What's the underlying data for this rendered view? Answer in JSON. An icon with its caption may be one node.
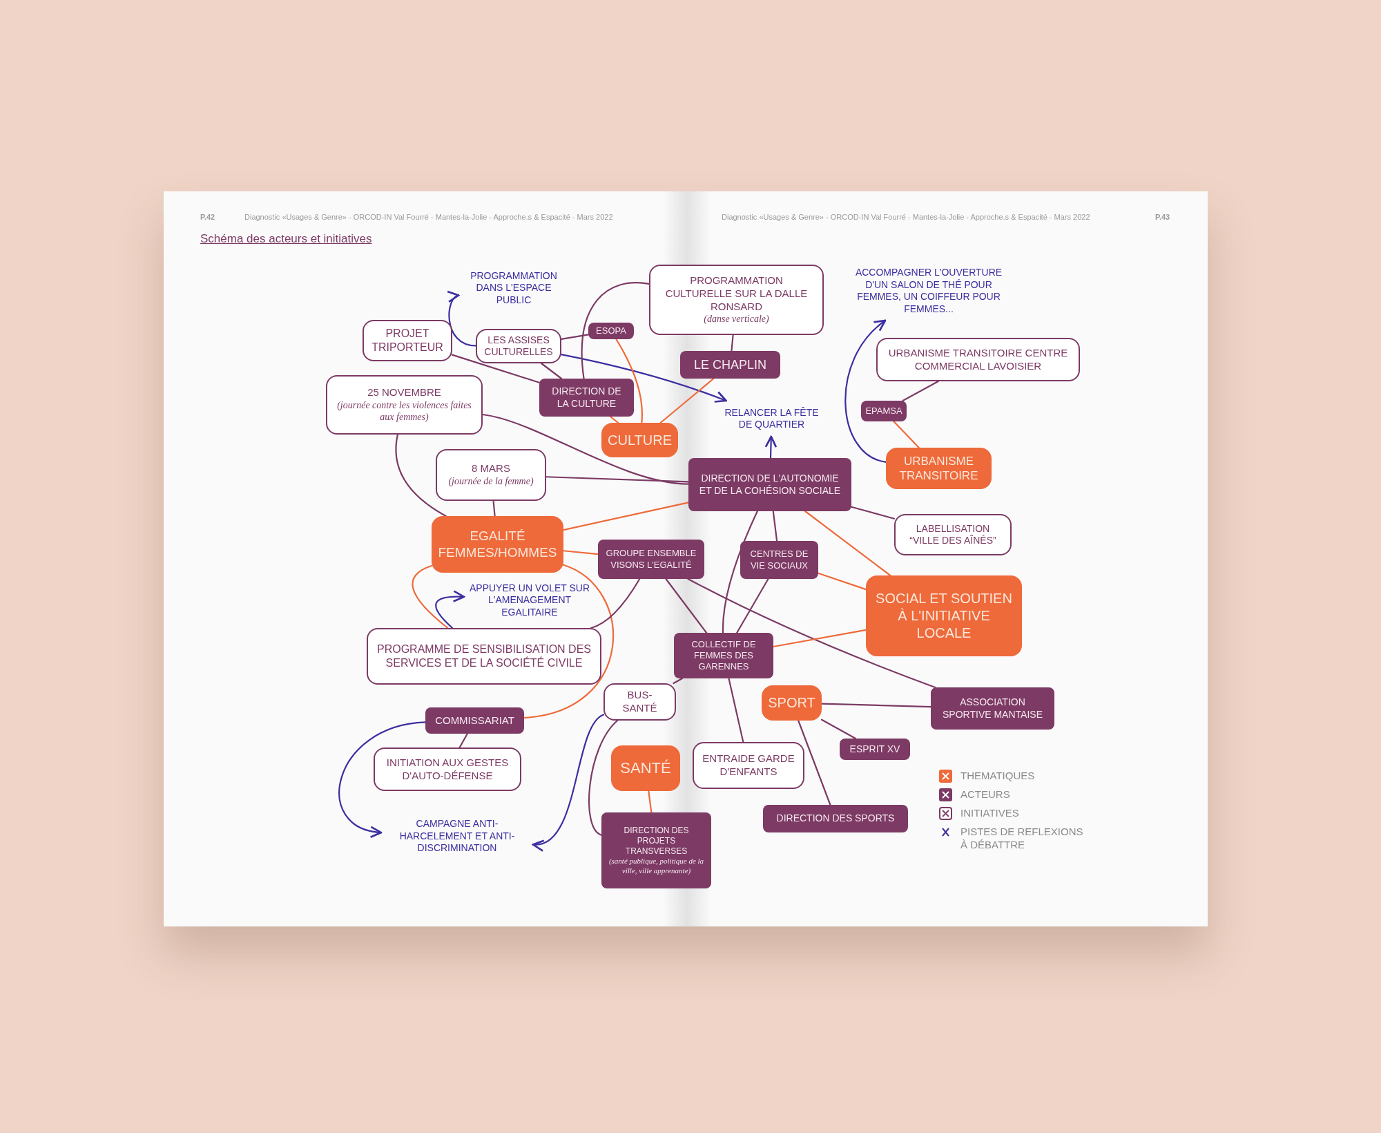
{
  "diagram": {
    "title": "Schéma des acteurs et initiatives",
    "nodes": [
      {
        "text": [
          "PROGRAMMATION DANS L'ESPACE PUBLIC"
        ]
      },
      {
        "text": [
          "PROGRAMMATION CULTURELLE SUR LA DALLE RONSARD",
          "(danse verticale)"
        ]
      },
      {
        "text": [
          "PROJET TRIPORTEUR"
        ]
      },
      {
        "text": [
          "LES ASSISES CULTURELLES"
        ]
      },
      {
        "text": [
          "ESOPA"
        ]
      },
      {
        "text": [
          "LE CHAPLIN"
        ]
      },
      {
        "text": [
          "ACCOMPAGNER L'OUVERTURE D'UN SALON DE THÉ POUR FEMMES, UN COIFFEUR POUR FEMMES..."
        ]
      },
      {
        "text": [
          "URBANISME TRANSITOIRE CENTRE COMMERCIAL LAVOISIER"
        ]
      },
      {
        "text": [
          "25 NOVEMBRE",
          "(journée contre les violences faites aux femmes)"
        ]
      },
      {
        "text": [
          "DIRECTION DE LA CULTURE"
        ]
      },
      {
        "text": [
          "RELANCER LA FÊTE DE QUARTIER"
        ]
      },
      {
        "text": [
          "EPAMSA"
        ]
      },
      {
        "text": [
          "CULTURE"
        ]
      },
      {
        "text": [
          "URBANISME TRANSITOIRE"
        ]
      },
      {
        "text": [
          "8 MARS",
          "(journée de la femme)"
        ]
      },
      {
        "text": [
          "DIRECTION DE L'AUTONOMIE ET DE LA COHÉSION SOCIALE"
        ]
      },
      {
        "text": [
          "LABELLISATION “VILLE DES AÎNÉS”"
        ]
      },
      {
        "text": [
          "EGALITÉ FEMMES/HOMMES"
        ]
      },
      {
        "text": [
          "GROUPE ENSEMBLE VISONS L'EGALITÉ"
        ]
      },
      {
        "text": [
          "CENTRES DE VIE SOCIAUX"
        ]
      },
      {
        "text": [
          "SOCIAL ET SOUTIEN À L'INITIATIVE LOCALE"
        ]
      },
      {
        "text": [
          "APPUYER UN VOLET SUR L'AMENAGEMENT EGALITAIRE"
        ]
      },
      {
        "text": [
          "PROGRAMME DE SENSIBILISATION DES SERVICES ET DE LA SOCIÉTÉ CIVILE"
        ]
      },
      {
        "text": [
          "COLLECTIF DE FEMMES DES GARENNES"
        ]
      },
      {
        "text": [
          "BUS-SANTÉ"
        ]
      },
      {
        "text": [
          "SPORT"
        ]
      },
      {
        "text": [
          "ASSOCIATION SPORTIVE MANTAISE"
        ]
      },
      {
        "text": [
          "COMMISSARIAT"
        ]
      },
      {
        "text": [
          "ESPRIT XV"
        ]
      },
      {
        "text": [
          "SANTÉ"
        ]
      },
      {
        "text": [
          "INITIATION AUX GESTES D'AUTO-DÉFENSE"
        ]
      },
      {
        "text": [
          "ENTRAIDE GARDE D'ENFANTS"
        ]
      },
      {
        "text": [
          "DIRECTION DES SPORTS"
        ]
      },
      {
        "text": [
          "CAMPAGNE ANTI-HARCELEMENT ET ANTI-DISCRIMINATION"
        ]
      },
      {
        "text": [
          "DIRECTION DES PROJETS TRANSVERSES",
          "(santé publique, politique de la ville, ville apprenante)"
        ]
      }
    ],
    "edges": [
      {
        "from": 3,
        "to": 0,
        "arrow": "to",
        "color": "#3b2fa0"
      },
      {
        "from": 3,
        "to": 10,
        "arrow": "to",
        "color": "#3b2fa0"
      },
      {
        "from": 15,
        "to": 10,
        "arrow": "to",
        "color": "#3b2fa0"
      },
      {
        "from": 13,
        "to": 6,
        "arrow": "to",
        "color": "#3b2fa0"
      },
      {
        "from": 22,
        "to": 21,
        "arrow": "to",
        "color": "#3b2fa0"
      },
      {
        "from": 27,
        "to": 33,
        "arrow": "to",
        "color": "#3b2fa0"
      },
      {
        "from": 24,
        "to": 33,
        "arrow": "to",
        "color": "#3b2fa0"
      },
      {
        "from": 2,
        "to": 9,
        "arrow": "none"
      },
      {
        "from": 3,
        "to": 9,
        "arrow": "none"
      },
      {
        "from": 9,
        "to": 1,
        "arrow": "none"
      },
      {
        "from": 3,
        "to": 4,
        "arrow": "none"
      },
      {
        "from": 4,
        "to": 12,
        "arrow": "none",
        "color": "#ee6a3a"
      },
      {
        "from": 9,
        "to": 12,
        "arrow": "none",
        "color": "#ee6a3a"
      },
      {
        "from": 5,
        "to": 12,
        "arrow": "none",
        "color": "#ee6a3a"
      },
      {
        "from": 1,
        "to": 5,
        "arrow": "none"
      },
      {
        "from": 8,
        "to": 15,
        "arrow": "none"
      },
      {
        "from": 8,
        "to": 17,
        "arrow": "none"
      },
      {
        "from": 14,
        "to": 17,
        "arrow": "none"
      },
      {
        "from": 14,
        "to": 15,
        "arrow": "none"
      },
      {
        "from": 17,
        "to": 15,
        "arrow": "none",
        "color": "#ee6a3a"
      },
      {
        "from": 17,
        "to": 18,
        "arrow": "none",
        "color": "#ee6a3a"
      },
      {
        "from": 17,
        "to": 22,
        "arrow": "none",
        "color": "#ee6a3a"
      },
      {
        "from": 17,
        "to": 27,
        "arrow": "none",
        "color": "#ee6a3a"
      },
      {
        "from": 18,
        "to": 22,
        "arrow": "none"
      },
      {
        "from": 18,
        "to": 23,
        "arrow": "none"
      },
      {
        "from": 18,
        "to": 26,
        "arrow": "none"
      },
      {
        "from": 15,
        "to": 19,
        "arrow": "none"
      },
      {
        "from": 15,
        "to": 20,
        "arrow": "none",
        "color": "#ee6a3a"
      },
      {
        "from": 15,
        "to": 16,
        "arrow": "none"
      },
      {
        "from": 15,
        "to": 23,
        "arrow": "none"
      },
      {
        "from": 19,
        "to": 20,
        "arrow": "none",
        "color": "#ee6a3a"
      },
      {
        "from": 19,
        "to": 23,
        "arrow": "none"
      },
      {
        "from": 23,
        "to": 20,
        "arrow": "none",
        "color": "#ee6a3a"
      },
      {
        "from": 11,
        "to": 7,
        "arrow": "none"
      },
      {
        "from": 11,
        "to": 13,
        "arrow": "none",
        "color": "#ee6a3a"
      },
      {
        "from": 23,
        "to": 24,
        "arrow": "none"
      },
      {
        "from": 23,
        "to": 31,
        "arrow": "none"
      },
      {
        "from": 25,
        "to": 26,
        "arrow": "none"
      },
      {
        "from": 25,
        "to": 28,
        "arrow": "none"
      },
      {
        "from": 25,
        "to": 32,
        "arrow": "none"
      },
      {
        "from": 27,
        "to": 30,
        "arrow": "none"
      },
      {
        "from": 29,
        "to": 34,
        "arrow": "none",
        "color": "#ee6a3a"
      },
      {
        "from": 24,
        "to": 34,
        "arrow": "none"
      }
    ],
    "labels": [
      "P.42",
      "Diagnostic «Usages & Genre» - ORCOD-IN Val Fourré - Mantes-la-Jolie - Approche.s & Espacité - Mars 2022",
      "Diagnostic «Usages & Genre» - ORCOD-IN Val Fourré - Mantes-la-Jolie - Approche.s & Espacité - Mars 2022",
      "P.43"
    ],
    "legend": [
      {
        "text": "THEMATIQUES",
        "color": "#ee6a3a"
      },
      {
        "text": "ACTEURS",
        "color": "#7c3a64"
      },
      {
        "text": "INITIATIVES"
      },
      {
        "text": "PISTES DE REFLEXIONS À DÉBATTRE"
      }
    ]
  }
}
